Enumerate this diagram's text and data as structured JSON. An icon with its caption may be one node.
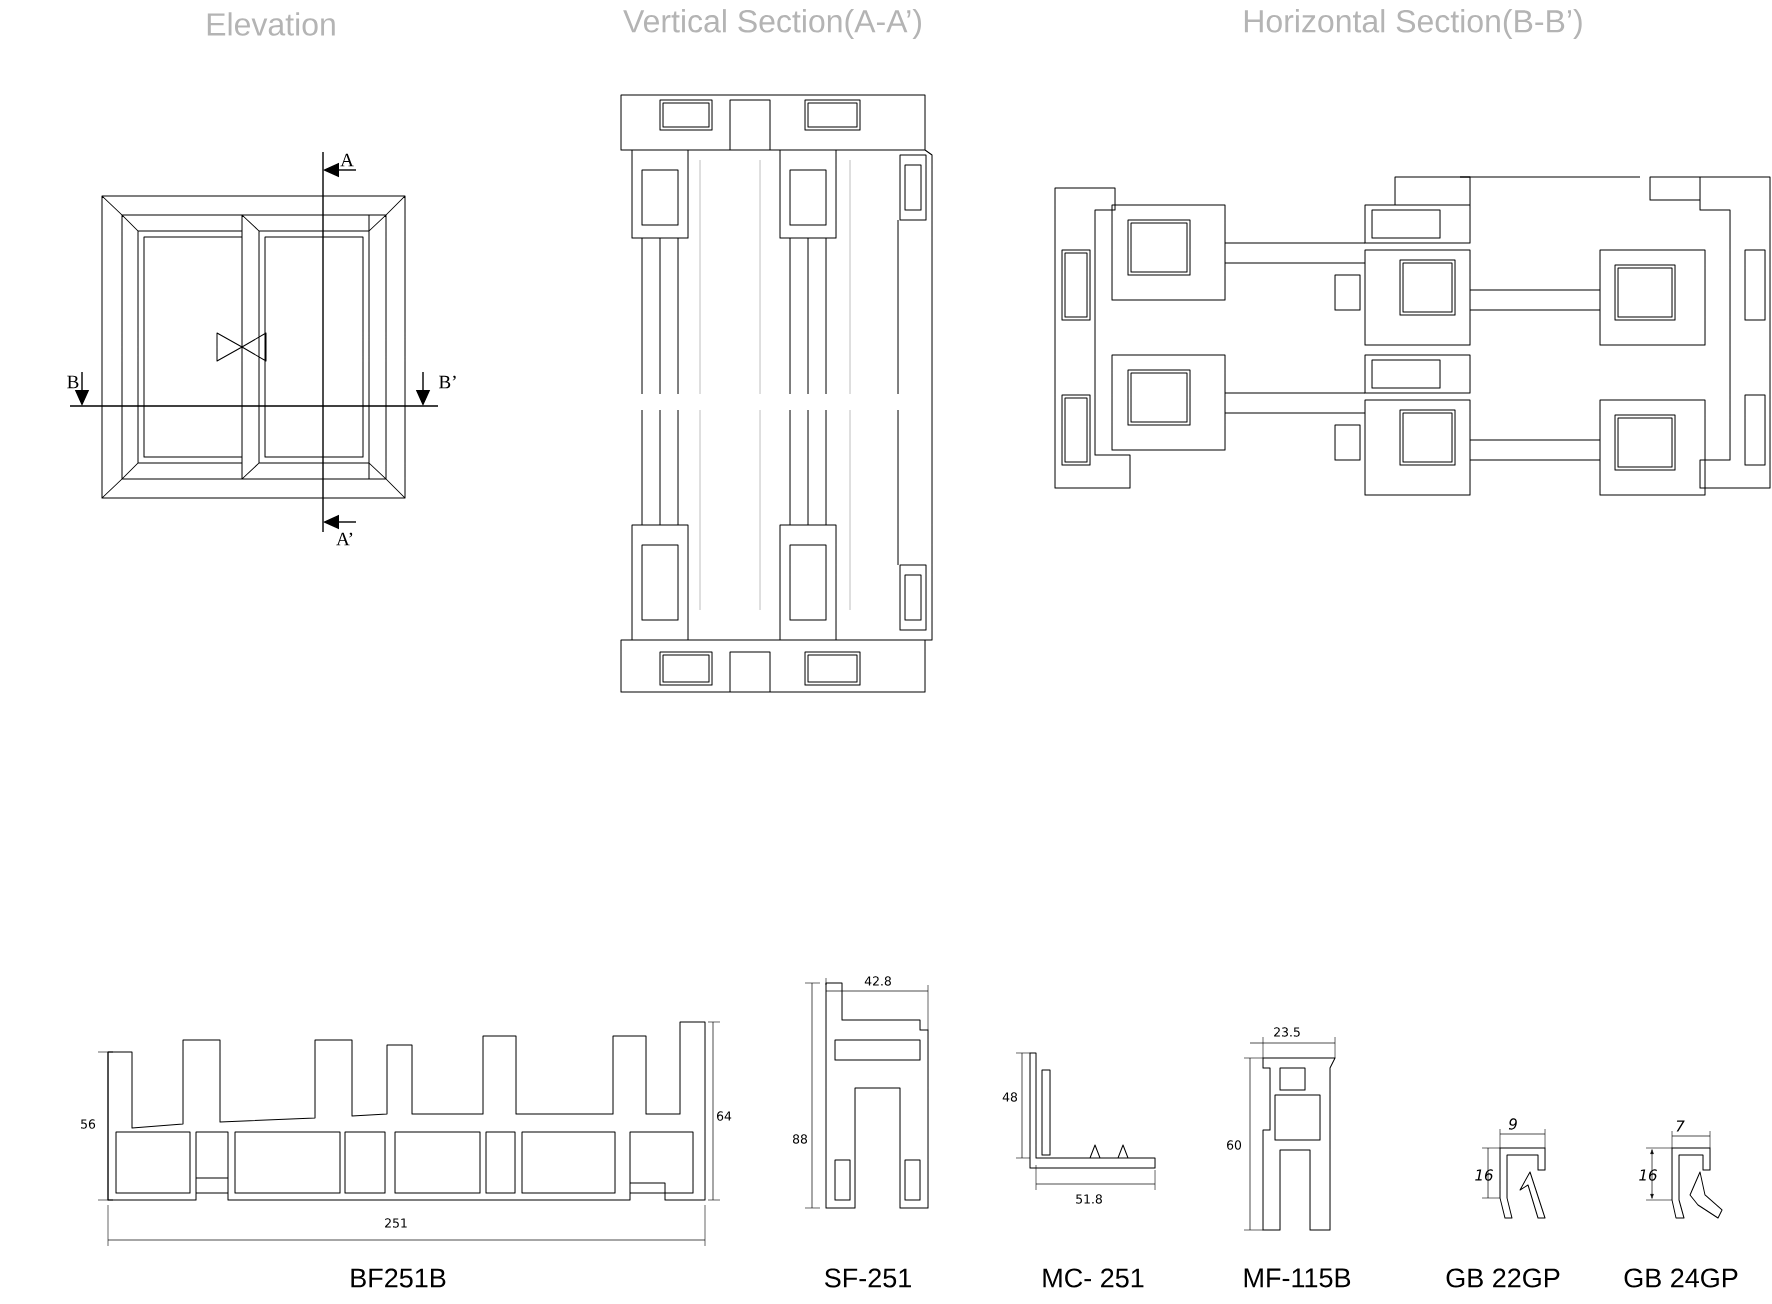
{
  "diagram": {
    "labels": [
      "Elevation",
      "Vertical Section(A-A’)",
      "Horizontal Section(B-B’)",
      "A",
      "B",
      "B’",
      "A’",
      "42.8",
      "23.5",
      "56",
      "64",
      "88",
      "48",
      "60",
      "9",
      "7",
      "16",
      "16",
      "51.8",
      "251",
      "BF251B",
      "SF-251",
      "MC- 251",
      "MF-115B",
      "GB 22GP",
      "GB 24GP"
    ]
  }
}
